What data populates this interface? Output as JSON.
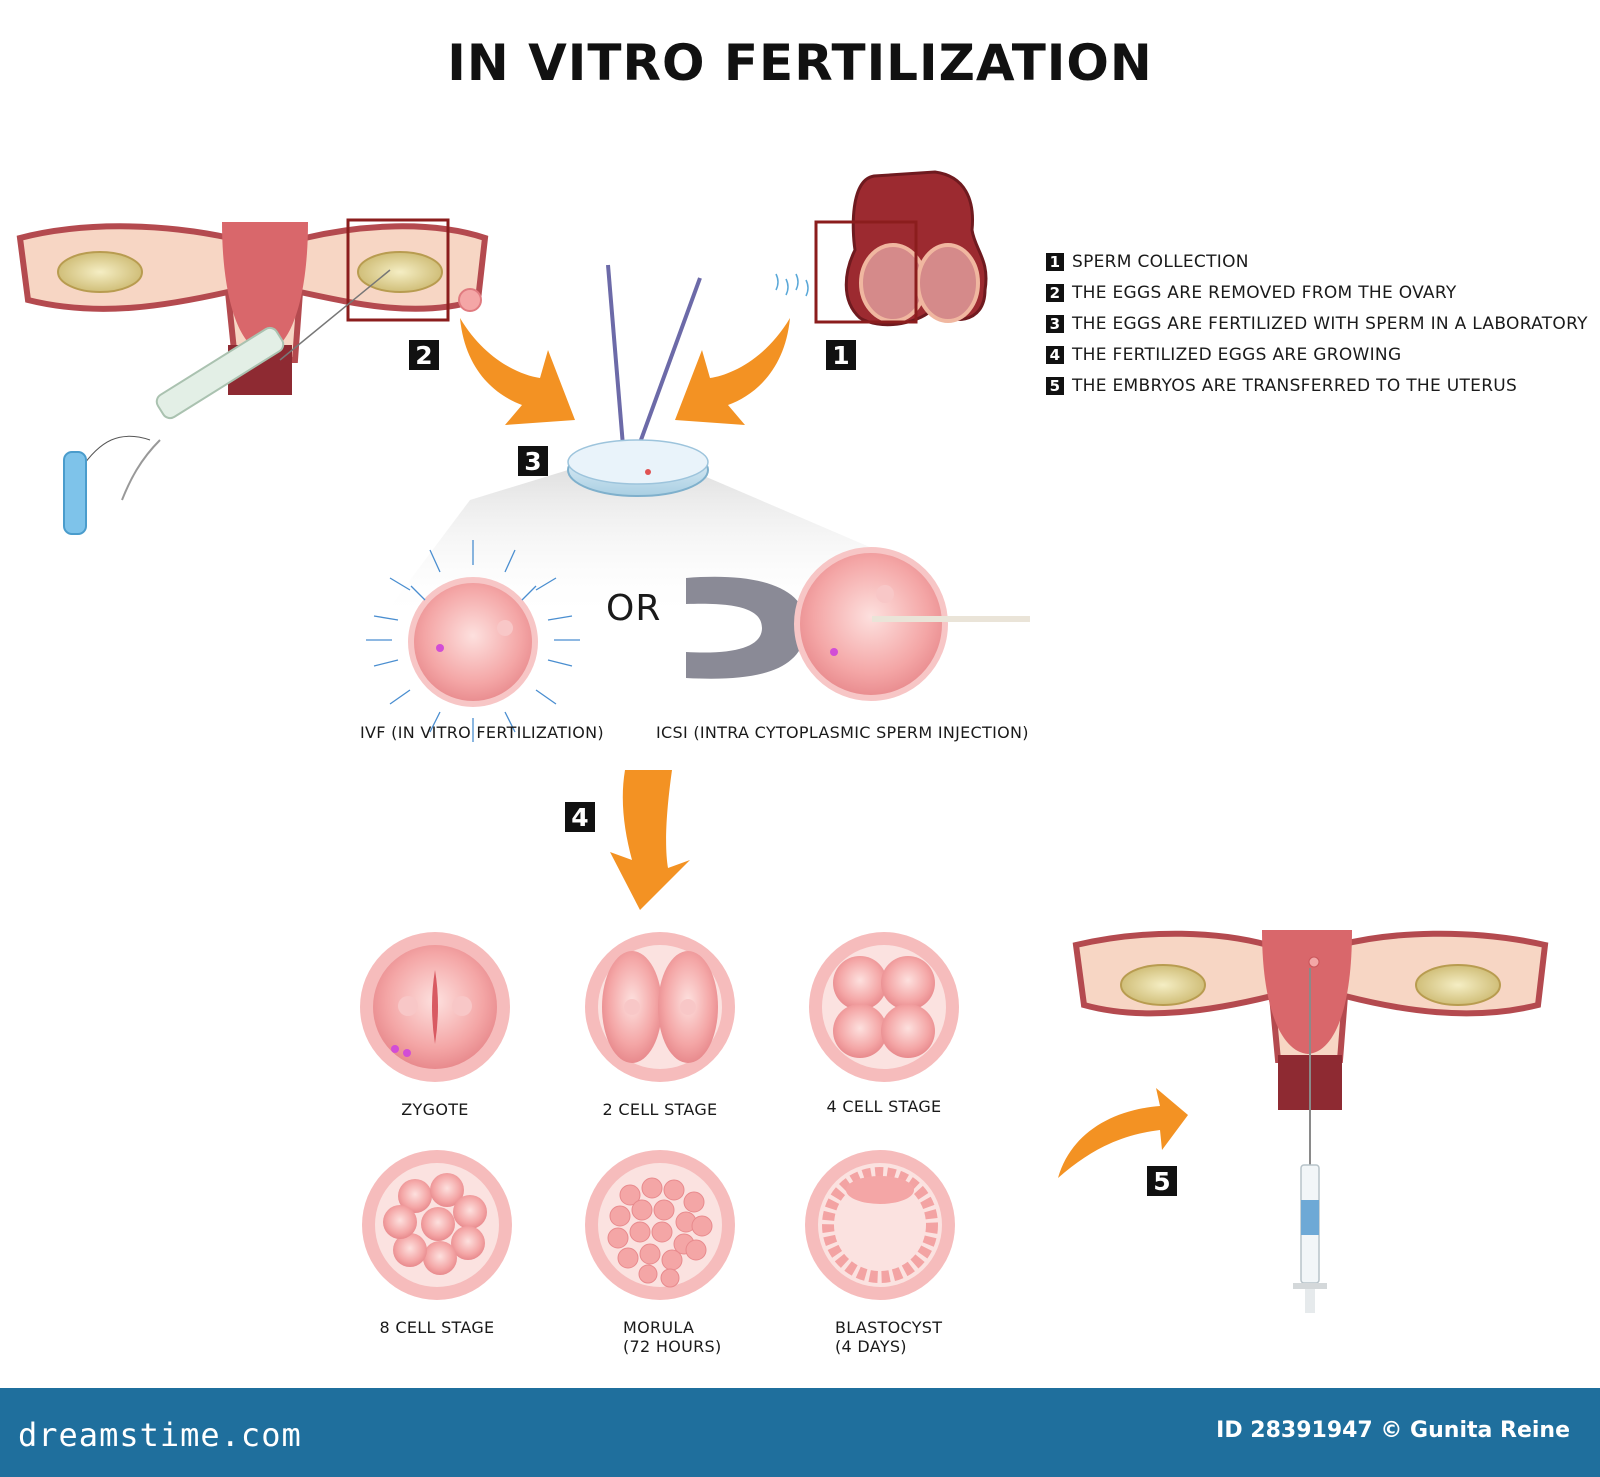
{
  "title": "IN VITRO FERTILIZATION",
  "legend": [
    {
      "num": "1",
      "text": "SPERM COLLECTION"
    },
    {
      "num": "2",
      "text": "THE EGGS ARE REMOVED FROM THE OVARY"
    },
    {
      "num": "3",
      "text": "THE EGGS ARE FERTILIZED WITH SPERM IN A LABORATORY"
    },
    {
      "num": "4",
      "text": "THE FERTILIZED EGGS ARE GROWING"
    },
    {
      "num": "5",
      "text": "THE EMBRYOS  ARE TRANSFERRED TO THE UTERUS"
    }
  ],
  "steps": {
    "s1": "1",
    "s2": "2",
    "s3": "3",
    "s4": "4",
    "s5": "5"
  },
  "methods": {
    "or": "OR",
    "ivf": "IVF (IN VITRO FERTILIZATION)",
    "icsi": "ICSI (INTRA CYTOPLASMIC SPERM INJECTION)"
  },
  "stages": {
    "zygote": "ZYGOTE",
    "two_cell": "2 CELL STAGE",
    "four_cell": "4 CELL STAGE",
    "eight_cell": "8 CELL STAGE",
    "morula_1": "MORULA",
    "morula_2": "(72 HOURS)",
    "blastocyst_1": "BLASTOCYST",
    "blastocyst_2": "(4 DAYS)"
  },
  "footer": {
    "brand": "dreamstime.com",
    "id": "ID 28391947 © Gunita Reine"
  },
  "colors": {
    "accent": "#f39223",
    "cell": "#f3a7a7",
    "uterus": "#c9555a",
    "footer": "#1f6f9d"
  }
}
